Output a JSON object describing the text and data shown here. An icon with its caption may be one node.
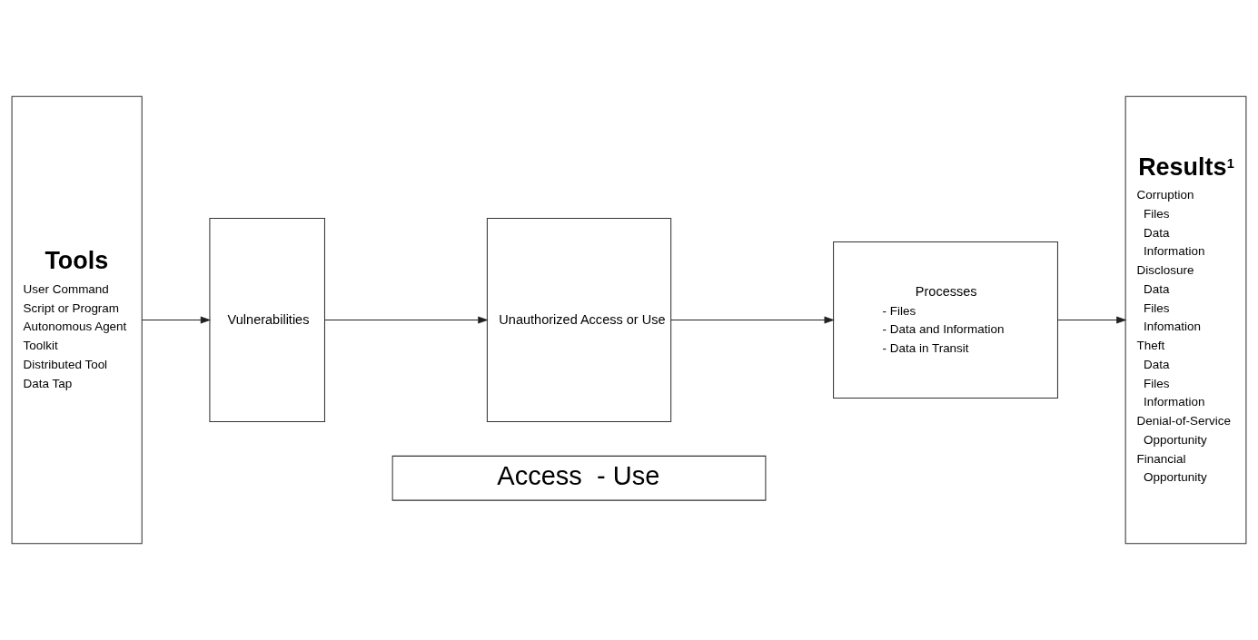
{
  "diagram": {
    "nodes": [
      {
        "text": [
          "Access  - Use"
        ]
      },
      {
        "text": [
          "Tools",
          "User Command",
          "Script or Program",
          "Autonomous Agent",
          "Toolkit",
          "Distributed Tool",
          "Data Tap"
        ]
      },
      {
        "text": [
          "Vulnerabilities"
        ]
      },
      {
        "text": [
          "Unauthorized Access or Use"
        ]
      },
      {
        "text": [
          "Processes",
          "- Files",
          "- Data and Information",
          "- Data in Transit"
        ]
      },
      {
        "text": [
          "Results$^{1}$",
          "Corruption",
          "Files",
          "Data",
          "Information",
          "Disclosure",
          "Data",
          "Files",
          "Infomation",
          "Theft",
          "Data",
          "Files",
          "Information",
          "Denial-of-Service",
          "Opportunity",
          "Financial",
          "Opportunity"
        ]
      }
    ],
    "edges": [
      {
        "from": 1,
        "to": 2,
        "arrow": "to"
      },
      {
        "from": 2,
        "to": 3,
        "arrow": "to"
      },
      {
        "from": 3,
        "to": 4,
        "arrow": "to"
      },
      {
        "from": 4,
        "to": 5,
        "arrow": "to"
      }
    ]
  }
}
